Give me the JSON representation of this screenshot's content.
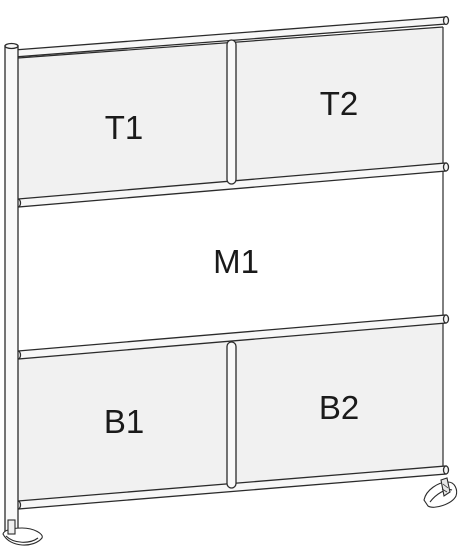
{
  "panels": {
    "top_left": "T1",
    "top_right": "T2",
    "middle": "M1",
    "bottom_left": "B1",
    "bottom_right": "B2"
  },
  "colors": {
    "line": "#2b2b2b",
    "panel_shaded": "#f1f1f1",
    "panel_clear": "#ffffff",
    "rail_fill": "#f7f7f7",
    "post_fill": "#f9f9f9"
  }
}
